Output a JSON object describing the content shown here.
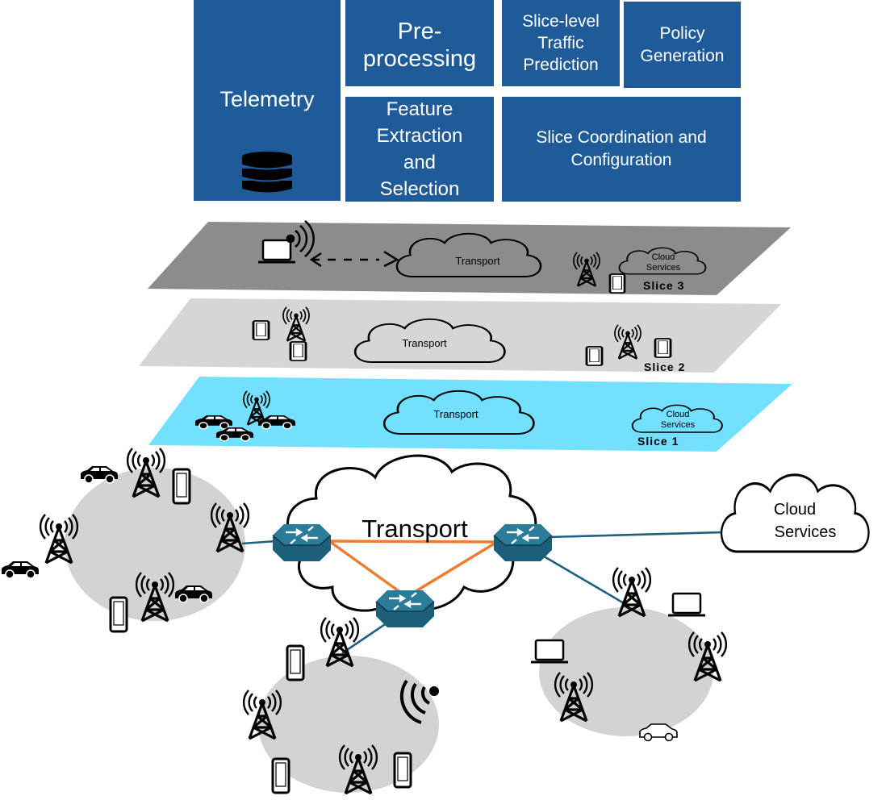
{
  "pipeline": {
    "telemetry": "Telemetry",
    "preprocessing": "Pre-\nprocessing",
    "feature": "Feature\nExtraction\nand\nSelection",
    "prediction": "Slice-level\nTraffic\nPrediction",
    "policy": "Policy\nGeneration",
    "coordination": "Slice Coordination and\nConfiguration"
  },
  "slices": {
    "slice3": {
      "label": "Slice 3",
      "transport": "Transport",
      "cloud": "Cloud\nServices",
      "color": "#8c8c8c"
    },
    "slice2": {
      "label": "Slice 2",
      "transport": "Transport",
      "color": "#d6d6d6"
    },
    "slice1": {
      "label": "Slice 1",
      "transport": "Transport",
      "cloud": "Cloud\nServices",
      "color": "#73e0ff"
    }
  },
  "network": {
    "transport": "Transport",
    "cloud": "Cloud\nServices",
    "link_color": "#1f5f80",
    "mesh_color": "#ed7d31",
    "router_color": "#1d5f78",
    "cell_color": "#d3d3d3"
  }
}
